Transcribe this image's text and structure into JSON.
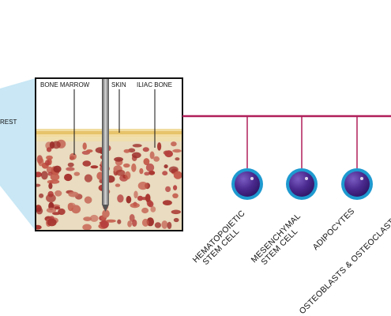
{
  "inset": {
    "left_label": "REST",
    "labels": {
      "bone_marrow": "BONE MARROW",
      "skin": "SKIN",
      "iliac_bone": "ILIAC BONE"
    }
  },
  "cells": [
    {
      "line1": "HEMATOPOIETIC",
      "line2": "STEM CELL"
    },
    {
      "line1": "MESENCHYMAL",
      "line2": "STEM CELL"
    },
    {
      "line1": "ADIPOCYTES",
      "line2": ""
    },
    {
      "line1": "OSTEOBLASTS & OSTEOCLASTS",
      "line2": ""
    }
  ],
  "colors": {
    "connector": "#b01f5a",
    "cell_outer": "#1e9ad0",
    "cell_inner": "#4b2a8f",
    "callout": "#c9e7f5",
    "bone": "#e9dcc0",
    "marrow": "#b5403d",
    "skin": "#f1d27a"
  }
}
